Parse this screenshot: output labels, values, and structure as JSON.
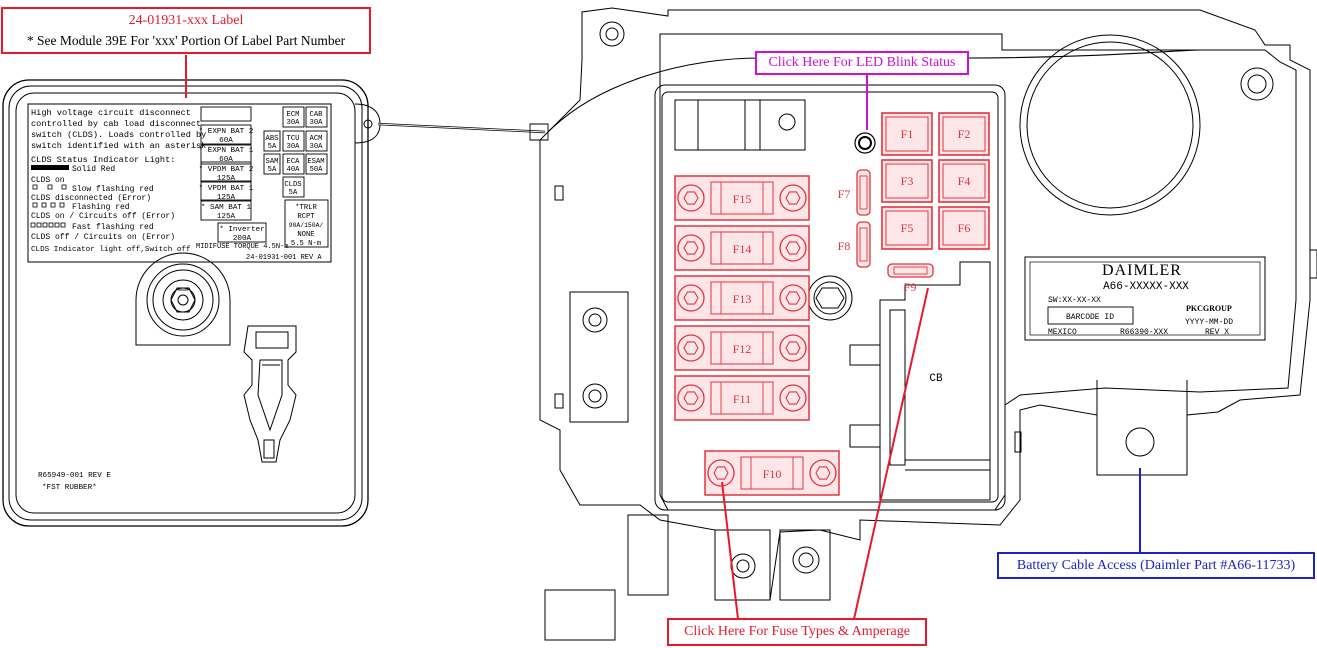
{
  "callouts": {
    "label_title": "24-01931-xxx Label",
    "label_note": "* See Module 39E For 'xxx' Portion Of Label Part Number",
    "led": "Click Here For LED Blink Status",
    "fuse": "Click Here For Fuse Types & Amperage",
    "battery": "Battery Cable Access (Daimler Part #A66-11733)"
  },
  "colors": {
    "red": "#e8192c",
    "magenta": "#d10fd1",
    "blue": "#1a22c8",
    "fuse_red": "#e5333f",
    "fuse_fill": "#fde6e7",
    "line": "#000000"
  },
  "label_card": {
    "desc_lines": [
      "High voltage circuit disconnect",
      "controlled by cab load disconnect",
      "switch (CLDS). Loads controlled by",
      "switch identified with an asterisk."
    ],
    "status_title": "CLDS Status Indicator Light:",
    "status_items": [
      "Solid Red",
      "CLDS on",
      "Slow flashing red",
      "CLDS disconnected (Error)",
      "Flashing red",
      "CLDS on / Circuits off (Error)",
      "Fast flashing red",
      "CLDS off / Circuits on (Error)",
      "CLDS Indicator light off,Switch off"
    ],
    "fuse_boxes": [
      {
        "name": "* EXPN BAT 2",
        "amp": "60A"
      },
      {
        "name": "* EXPN BAT 1",
        "amp": "60A"
      },
      {
        "name": "* VPDM BAT 2",
        "amp": "125A"
      },
      {
        "name": "* VPDM BAT 1",
        "amp": "125A"
      },
      {
        "name": "* SAM BAT 1",
        "amp": "125A"
      }
    ],
    "small_boxes": [
      {
        "name": "ECM",
        "amp": "30A"
      },
      {
        "name": "CAB",
        "amp": "30A"
      },
      {
        "name": "ABS",
        "amp": "5A"
      },
      {
        "name": "TCU",
        "amp": "30A"
      },
      {
        "name": "ACM",
        "amp": "30A"
      },
      {
        "name": "SAM",
        "amp": "5A"
      },
      {
        "name": "ECA",
        "amp": "40A"
      },
      {
        "name": "ESAM",
        "amp": "50A"
      },
      {
        "name": "CLDS",
        "amp": "5A"
      }
    ],
    "trlr_lines": [
      "*TRLR",
      "RCPT",
      "90A/150A/",
      "NONE"
    ],
    "inverter": {
      "name": "* Inverter",
      "amp": "200A"
    },
    "torque": "MIDIFUSE TORQUE 4.5N-m",
    "torque2": "5.5 N-m",
    "part_rev": "24-01931-001 REV A",
    "rubber_rev": "R65949-001 REV E",
    "rubber": "*FST RUBBER*"
  },
  "module": {
    "fuses_small": [
      "F1",
      "F2",
      "F3",
      "F4",
      "F5",
      "F6"
    ],
    "fuses_mini": [
      "F7",
      "F8",
      "F9"
    ],
    "fuses_big": [
      "F15",
      "F14",
      "F13",
      "F12",
      "F11",
      "F10"
    ],
    "cb": "CB",
    "daimler": {
      "brand": "DAIMLER",
      "part": "A66-XXXXX-XXX",
      "sw": "SW:XX-XX-XX",
      "barcode": "BARCODE ID",
      "pkc": "PKCGROUP",
      "date": "YYYY-MM-DD",
      "origin": "MEXICO",
      "code": "R66390-XXX",
      "rev": "REV X"
    }
  }
}
